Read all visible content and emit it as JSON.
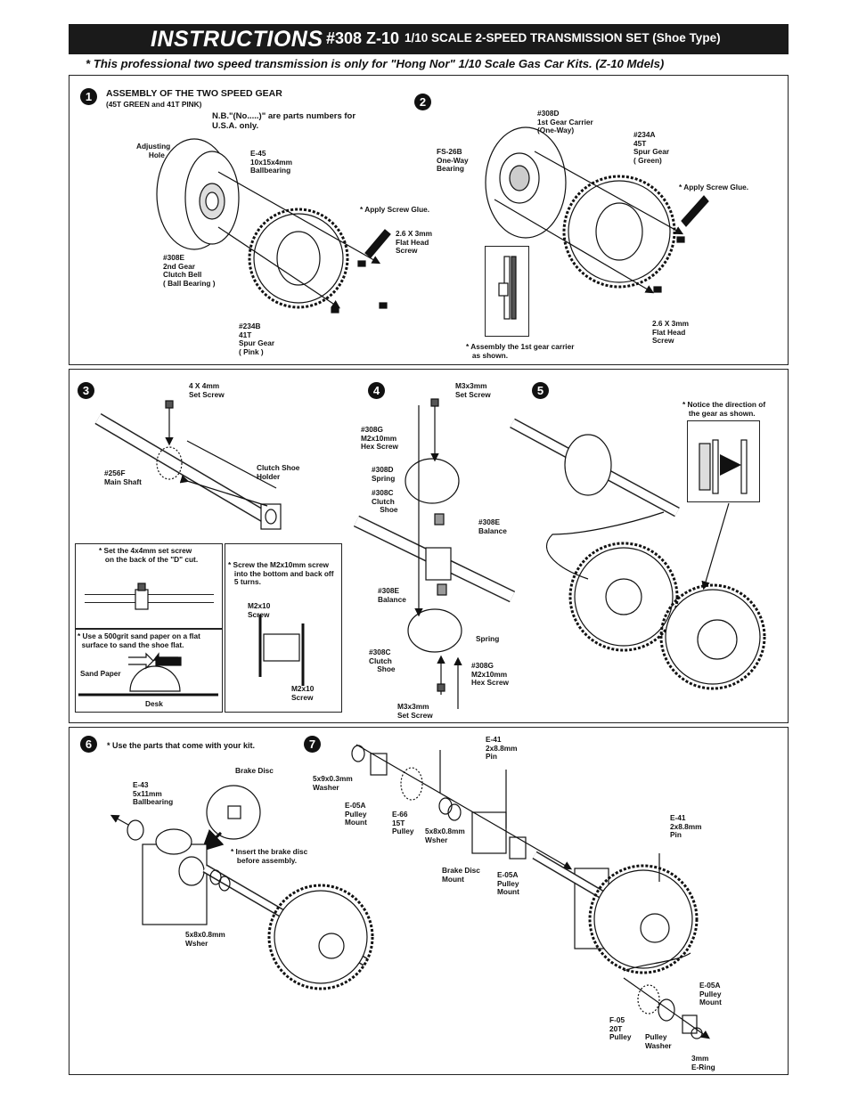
{
  "header": {
    "title": "INSTRUCTIONS",
    "model": "#308 Z-10",
    "description": "1/10 SCALE 2-SPEED TRANSMISSION SET (Shoe Type)"
  },
  "subtitle": "* This professional  two speed transmission is only for \"Hong Nor\"  1/10 Scale Gas Car Kits. (Z-10 Mdels)",
  "steps": {
    "s1": {
      "num": "1",
      "heading": "ASSEMBLY OF THE TWO SPEED GEAR",
      "subheading": "(45T GREEN and 41T PINK)",
      "note": "N.B.\"(No.....)\" are parts numbers for\nU.S.A. only.",
      "labels": {
        "adjusting_hole": "Adjusting\n      Hole",
        "e45": "E-45\n10x15x4mm\nBallbearing",
        "apply_glue": "* Apply Screw Glue.",
        "screw": "2.6 X 3mm\nFlat Head\nScrew",
        "p308e": "#308E\n2nd Gear\nClutch Bell\n( Ball Bearing )",
        "p234b": "#234B\n41T\nSpur Gear\n( Pink )"
      }
    },
    "s2": {
      "num": "2",
      "labels": {
        "p308d": "#308D\n1st Gear Carrier\n(One-Way)",
        "p234a": "#234A\n45T\nSpur Gear\n( Green)",
        "fs26b": "FS-26B\nOne-Way\nBearing",
        "apply_glue": "* Apply Screw Glue.",
        "screw": "2.6 X 3mm\nFlat Head\nScrew",
        "assembly_note": "* Assembly the 1st gear carrier\n   as shown."
      }
    },
    "s3": {
      "num": "3",
      "labels": {
        "set_screw": "4 X 4mm\nSet Screw",
        "main_shaft": "#256F\nMain Shaft",
        "holder": "Clutch Shoe\nHolder",
        "note_dcut": "* Set the 4x4mm set screw\n   on the back of the \"D\" cut.",
        "note_sand": "* Use a 500grit sand paper on a flat\n  surface to sand the shoe flat.",
        "sand_paper": "Sand Paper",
        "desk": "Desk",
        "note_screw": "* Screw the M2x10mm screw\n   into the bottom and back off\n   5 turns.",
        "m2x10_a": "M2x10\nScrew",
        "m2x10_b": "M2x10\nScrew"
      }
    },
    "s4": {
      "num": "4",
      "labels": {
        "m3_top": "M3x3mm\nSet Screw",
        "p308g_top": "#308G\nM2x10mm\nHex Screw",
        "p308d_spring": "#308D\nSpring",
        "p308c_top": "#308C\nClutch\n    Shoe",
        "p308e_top": "#308E\nBalance",
        "p308e_mid": "#308E\nBalance",
        "spring": "Spring",
        "p308c_bot": "#308C\nClutch\n    Shoe",
        "p308g_bot": "#308G\nM2x10mm\nHex Screw",
        "m3_bot": "M3x3mm\nSet Screw"
      }
    },
    "s5": {
      "num": "5",
      "labels": {
        "notice": "* Notice the direction of\n   the gear as shown."
      }
    },
    "s6": {
      "num": "6",
      "labels": {
        "use_parts": "* Use the parts that come with your kit.",
        "brake_disc": "Brake Disc",
        "e43": "E-43\n5x11mm\nBallbearing",
        "insert_note": "* Insert the brake disc\n   before assembly.",
        "washer": "5x8x0.8mm\nWsher"
      }
    },
    "s7": {
      "num": "7",
      "labels": {
        "washer_5x9": "5x9x0.3mm\nWasher",
        "e05a_a": "E-05A\nPulley\nMount",
        "e66": "E-66\n15T\nPulley",
        "washer_5x8": "5x8x0.8mm\nWsher",
        "e41_top": "E-41\n2x8.8mm\nPin",
        "brake_mount": "Brake Disc\nMount",
        "e05a_b": "E-05A\nPulley\nMount",
        "e41_right": "E-41\n2x8.8mm\nPin",
        "e05a_c": "E-05A\nPulley\nMount",
        "f05": "F-05\n20T\nPulley",
        "pulley_washer": "Pulley\nWasher",
        "ering": "3mm\nE-Ring"
      }
    }
  }
}
